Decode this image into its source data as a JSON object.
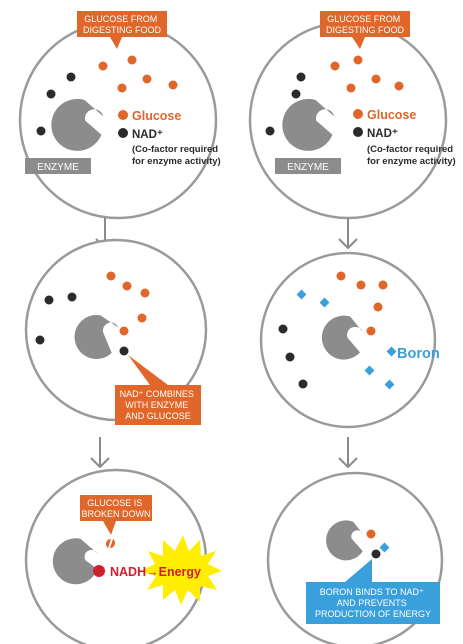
{
  "colors": {
    "orange": "#e0662a",
    "dark": "#2b2b2b",
    "enzyme_gray": "#8c8c8c",
    "circle_stroke": "#9a9a9a",
    "boron_blue": "#3aa0db",
    "nadh_red": "#d0202f",
    "burst_yellow": "#ffee00",
    "arrow_gray": "#8a8a8a"
  },
  "icons": {
    "arrow": "down-arrow-icon",
    "enzyme": "pacman-enzyme-shape",
    "boron": "diamond-icon",
    "energy": "starburst-icon"
  },
  "left": {
    "top_callout": [
      "GLUCOSE FROM",
      "DIGESTING FOOD"
    ],
    "legend_glucose": "Glucose",
    "legend_nad": "NAD⁺",
    "legend_note": [
      "(Co-factor required",
      "for enzyme activity)"
    ],
    "enzyme_label": "ENZYME",
    "mid_callout": [
      "NAD⁺ COMBINES",
      "WITH ENZYME",
      "AND GLUCOSE"
    ],
    "bottom_callout": [
      "GLUCOSE IS",
      "BROKEN DOWN"
    ],
    "nadh_label": "NADH",
    "arrow_glyph": "→",
    "energy_label": "Energy"
  },
  "right": {
    "top_callout": [
      "GLUCOSE FROM",
      "DIGESTING FOOD"
    ],
    "legend_glucose": "Glucose",
    "legend_nad": "NAD⁺",
    "legend_note": [
      "(Co-factor required",
      "for enzyme activity)"
    ],
    "enzyme_label": "ENZYME",
    "boron_label": "Boron",
    "bottom_callout": [
      "BORON BINDS TO NAD⁺",
      "AND PREVENTS",
      "PRODUCTION OF ENERGY"
    ]
  }
}
